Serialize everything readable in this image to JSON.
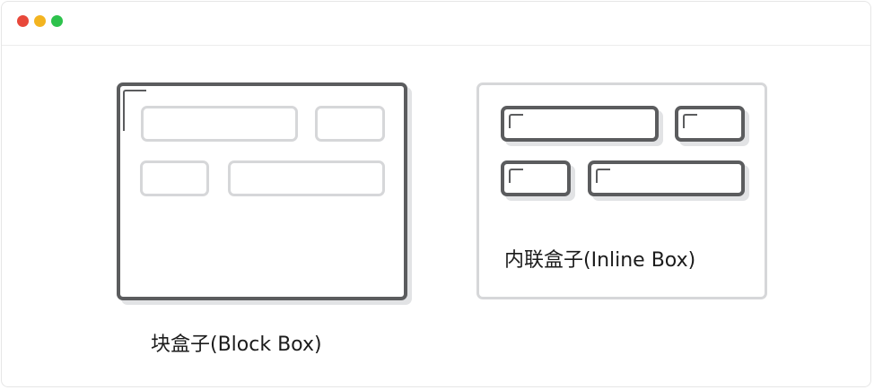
{
  "window": {
    "controls": [
      {
        "name": "close",
        "color": "#e8483a"
      },
      {
        "name": "minimize",
        "color": "#f3b420"
      },
      {
        "name": "maximize",
        "color": "#2dc24c"
      }
    ]
  },
  "diagram": {
    "block_box_label": "块盒子(Block Box)",
    "inline_box_label": "内联盒子(Inline Box)"
  }
}
